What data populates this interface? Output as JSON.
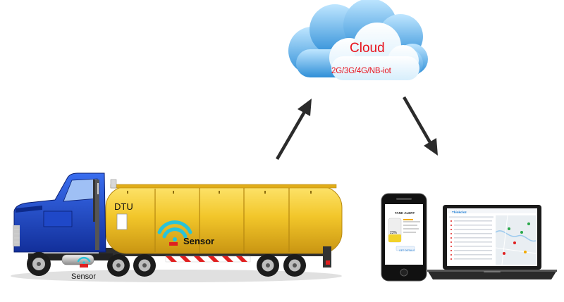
{
  "cloud": {
    "title": "Cloud",
    "subtitle": "2G/3G/4G/NB-iot"
  },
  "truck": {
    "dtu_label": "DTU",
    "sensor_tank_label": "Sensor",
    "sensor_frame_label": "Sensor"
  },
  "phone": {
    "title": "TANK ALERT",
    "level": "23%",
    "button": "GET DETAILS"
  },
  "laptop": {
    "brand": "Thinkcloz"
  },
  "colors": {
    "cloud_text": "#e8121d",
    "tank_yellow": "#f2c62a",
    "cab_blue": "#1a3fbf",
    "arrow": "#2b2b2b",
    "wifi": "#29c3d8",
    "sensor_red": "#e02020"
  }
}
